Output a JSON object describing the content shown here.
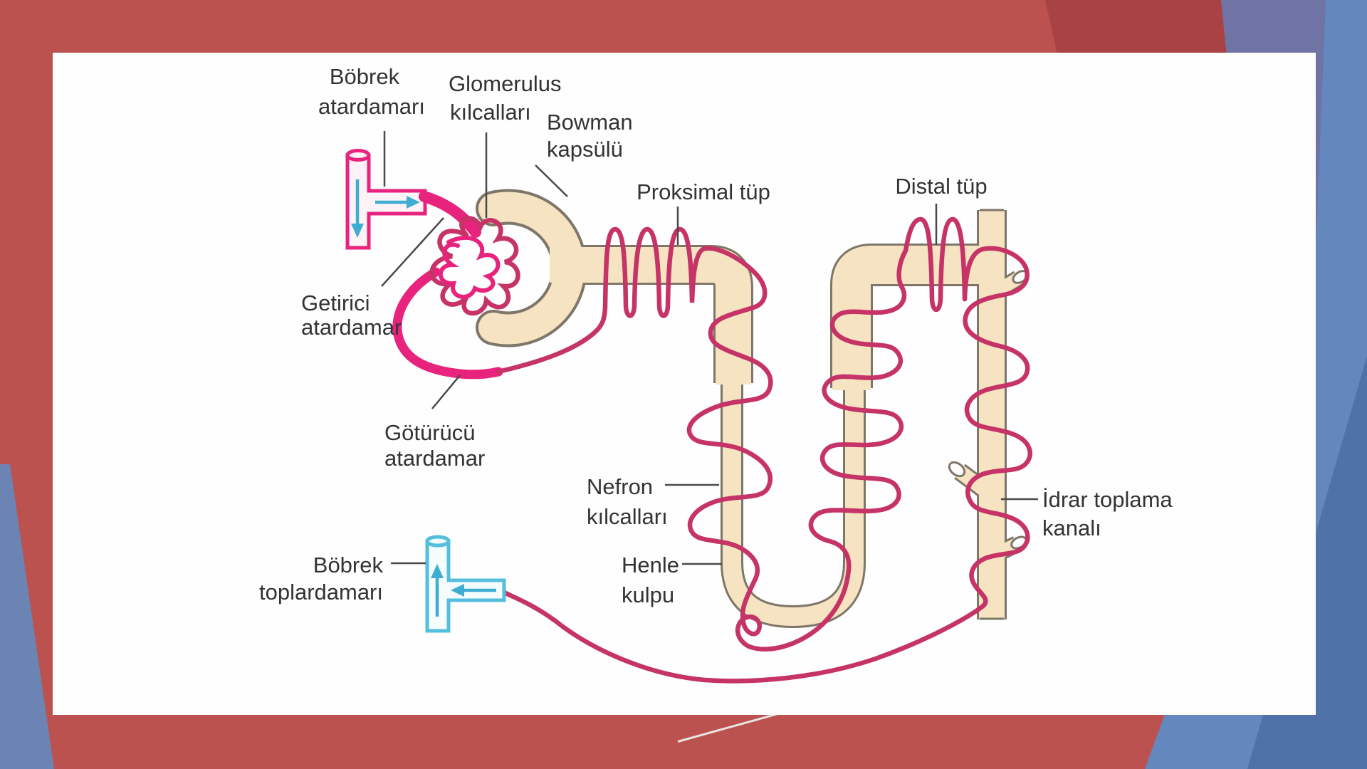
{
  "slide": {
    "kind": "biology-presentation-slide",
    "subject": "nephron-diagram"
  },
  "colors": {
    "slide_bg_red": "#bb524f",
    "slide_bg_red_dark": "#a84243",
    "slide_bg_purple": "#6f74a5",
    "slide_bg_blue": "#6487bd",
    "slide_bg_blue_deep": "#4f72a8",
    "slide_bg_blue_left": "#6b84b3",
    "panel_white": "#fefefe",
    "tube_fill": "#f6e3c2",
    "tube_outline": "#7e7668",
    "artery_pink": "#e8237d",
    "artery_fill": "#fdf3f7",
    "capillary_crimson": "#c63366",
    "vein_cyan": "#55bedd",
    "vein_arrow": "#3fadd2",
    "label_text": "#333333",
    "leader_line": "#4a4a4a"
  },
  "diagram": {
    "labels": {
      "renal_artery": {
        "line1": "Böbrek",
        "line2": "atardamarı"
      },
      "glomerulus_capillaries": {
        "line1": "Glomerulus",
        "line2": "kılcalları"
      },
      "bowman_capsule": {
        "line1": "Bowman",
        "line2": "kapsülü"
      },
      "proximal_tubule": {
        "text": "Proksimal tüp"
      },
      "distal_tubule": {
        "text": "Distal tüp"
      },
      "afferent_arteriole": {
        "line1": "Getirici",
        "line2": "atardamar"
      },
      "efferent_arteriole": {
        "line1": "Götürücü",
        "line2": "atardamar"
      },
      "nephron_capillaries": {
        "line1": "Nefron",
        "line2": "kılcalları"
      },
      "henle_loop": {
        "line1": "Henle",
        "line2": "kulpu"
      },
      "renal_vein": {
        "line1": "Böbrek",
        "line2": "toplardamarı"
      },
      "collecting_duct": {
        "line1": "İdrar toplama",
        "line2": "kanalı"
      }
    }
  }
}
